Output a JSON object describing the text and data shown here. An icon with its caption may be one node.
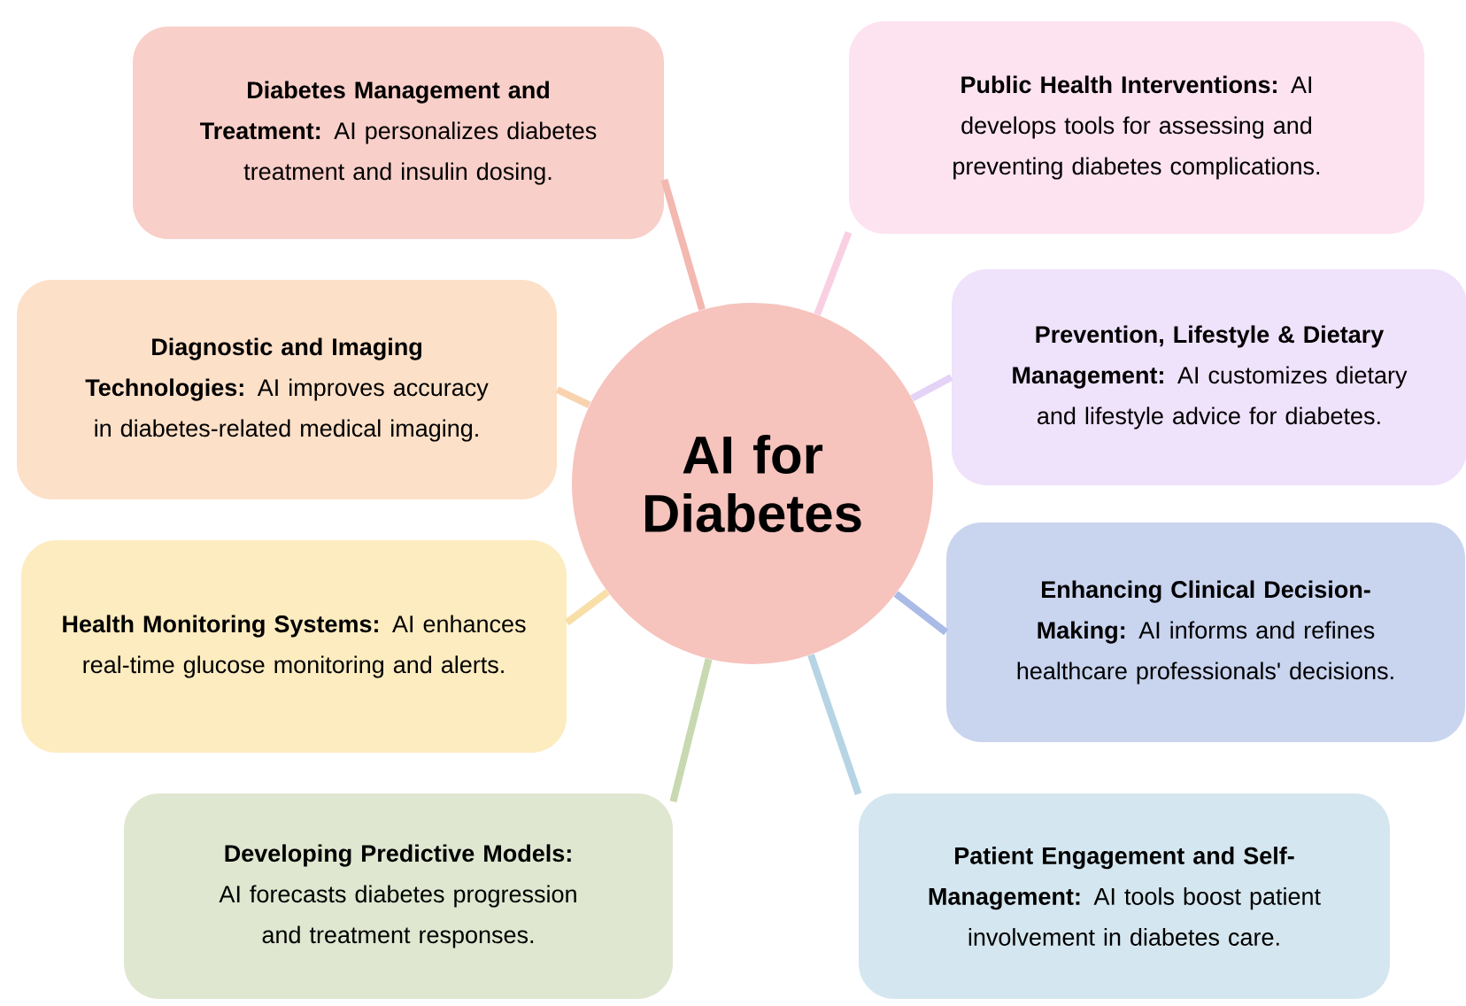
{
  "diagram": {
    "nodes": [
      {
        "text": [
          "AI for Diabetes"
        ]
      },
      {
        "text": [
          "**Diabetes Management and Treatment:** AI personalizes diabetes treatment and insulin dosing."
        ]
      },
      {
        "text": [
          "**Public Health Interventions:** AI develops tools for assessing and preventing diabetes complications."
        ]
      },
      {
        "text": [
          "**Diagnostic and Imaging Technologies:** AI improves accuracy in diabetes-related medical imaging."
        ]
      },
      {
        "text": [
          "**Prevention, Lifestyle & Dietary Management:** AI customizes dietary and lifestyle advice for diabetes."
        ]
      },
      {
        "text": [
          "**Health Monitoring Systems:** AI enhances real-time glucose monitoring and alerts."
        ]
      },
      {
        "text": [
          "**Enhancing Clinical Decision-Making:** AI informs and refines healthcare professionals' decisions."
        ]
      },
      {
        "text": [
          "**Developing Predictive Models:** AI forecasts diabetes progression and treatment responses."
        ]
      },
      {
        "text": [
          "**Patient Engagement and Self-Management:** AI tools boost patient involvement in diabetes care."
        ]
      }
    ],
    "edges": [
      {
        "from": 0,
        "to": 1,
        "arrow": "none",
        "color": "#f3b8b0"
      },
      {
        "from": 0,
        "to": 2,
        "arrow": "none",
        "color": "#f9d0e2"
      },
      {
        "from": 0,
        "to": 3,
        "arrow": "none",
        "color": "#f9d2b0"
      },
      {
        "from": 0,
        "to": 4,
        "arrow": "none",
        "color": "#e4d2f7"
      },
      {
        "from": 0,
        "to": 5,
        "arrow": "none",
        "color": "#f8dfa8"
      },
      {
        "from": 0,
        "to": 6,
        "arrow": "none",
        "color": "#a9bbe6"
      },
      {
        "from": 0,
        "to": 7,
        "arrow": "none",
        "color": "#c8d8b0"
      },
      {
        "from": 0,
        "to": 8,
        "arrow": "none",
        "color": "#b6d4e4"
      }
    ]
  }
}
